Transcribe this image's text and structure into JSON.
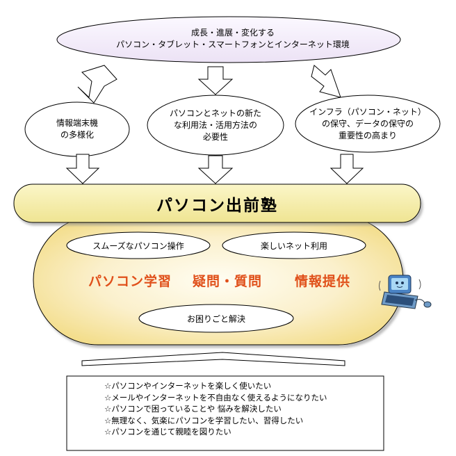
{
  "top_ellipse": {
    "line1": "成長・進展・変化する",
    "line2": "パソコン・タブレット・スマートフォンとインターネット環境"
  },
  "middle_ellipses": [
    {
      "lines": [
        "情報端末機",
        "の多様化"
      ]
    },
    {
      "lines": [
        "パソコンとネットの新た",
        "な利用法・活用方法の",
        "必要性"
      ]
    },
    {
      "lines": [
        "インフラ（パソコン・ネット）",
        "の保守、データの保守の",
        "重要性の高まり"
      ]
    }
  ],
  "banner": {
    "title": "パソコン出前塾"
  },
  "services": {
    "pill_left": "スムーズなパソコン操作",
    "pill_right": "楽しいネット利用",
    "pill_bottom": "お困りごと解決",
    "study": "パソコン学習",
    "questions": "疑問・質問",
    "info": "情報提供"
  },
  "needs": [
    "☆パソコンやインターネットを楽しく使いたい",
    "☆メールやインターネットを不自由なく使えるようになりたい",
    "☆パソコンで困っていることや 悩みを解決したい",
    "☆無理なく、気楽にパソコンを学習したい、習得したい",
    "☆パソコンを通じて親睦を図りたい"
  ],
  "colors": {
    "banner_fill": "#f6f0b0",
    "lower_fill": "#faf0c8",
    "accent_text": "#e0501a",
    "stroke": "#000000"
  },
  "icons": [
    "computer-icon"
  ]
}
